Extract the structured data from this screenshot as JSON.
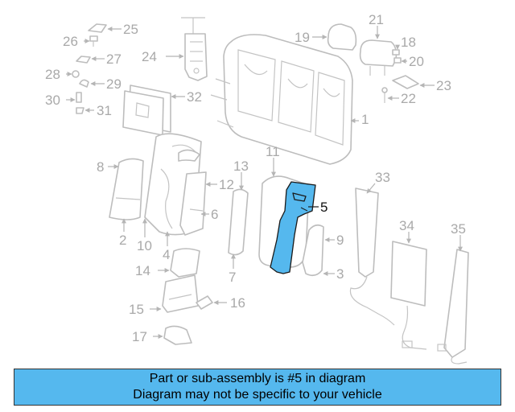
{
  "highlight_part": "5",
  "colors": {
    "highlight_fill": "#55b8ee",
    "banner_fill": "#55b8ee",
    "part_stroke": "#bdbdbd",
    "callout_text": "#a9a9a9",
    "highlight_text": "#111111"
  },
  "callouts": [
    "1",
    "2",
    "3",
    "4",
    "5",
    "6",
    "7",
    "8",
    "9",
    "10",
    "11",
    "12",
    "13",
    "14",
    "15",
    "16",
    "17",
    "18",
    "19",
    "20",
    "21",
    "22",
    "23",
    "24",
    "25",
    "26",
    "27",
    "28",
    "29",
    "30",
    "31",
    "32",
    "33",
    "34",
    "35"
  ],
  "banner": {
    "line1": "Part or sub-assembly is #5 in diagram",
    "line2": "Diagram may not be specific to your vehicle"
  }
}
